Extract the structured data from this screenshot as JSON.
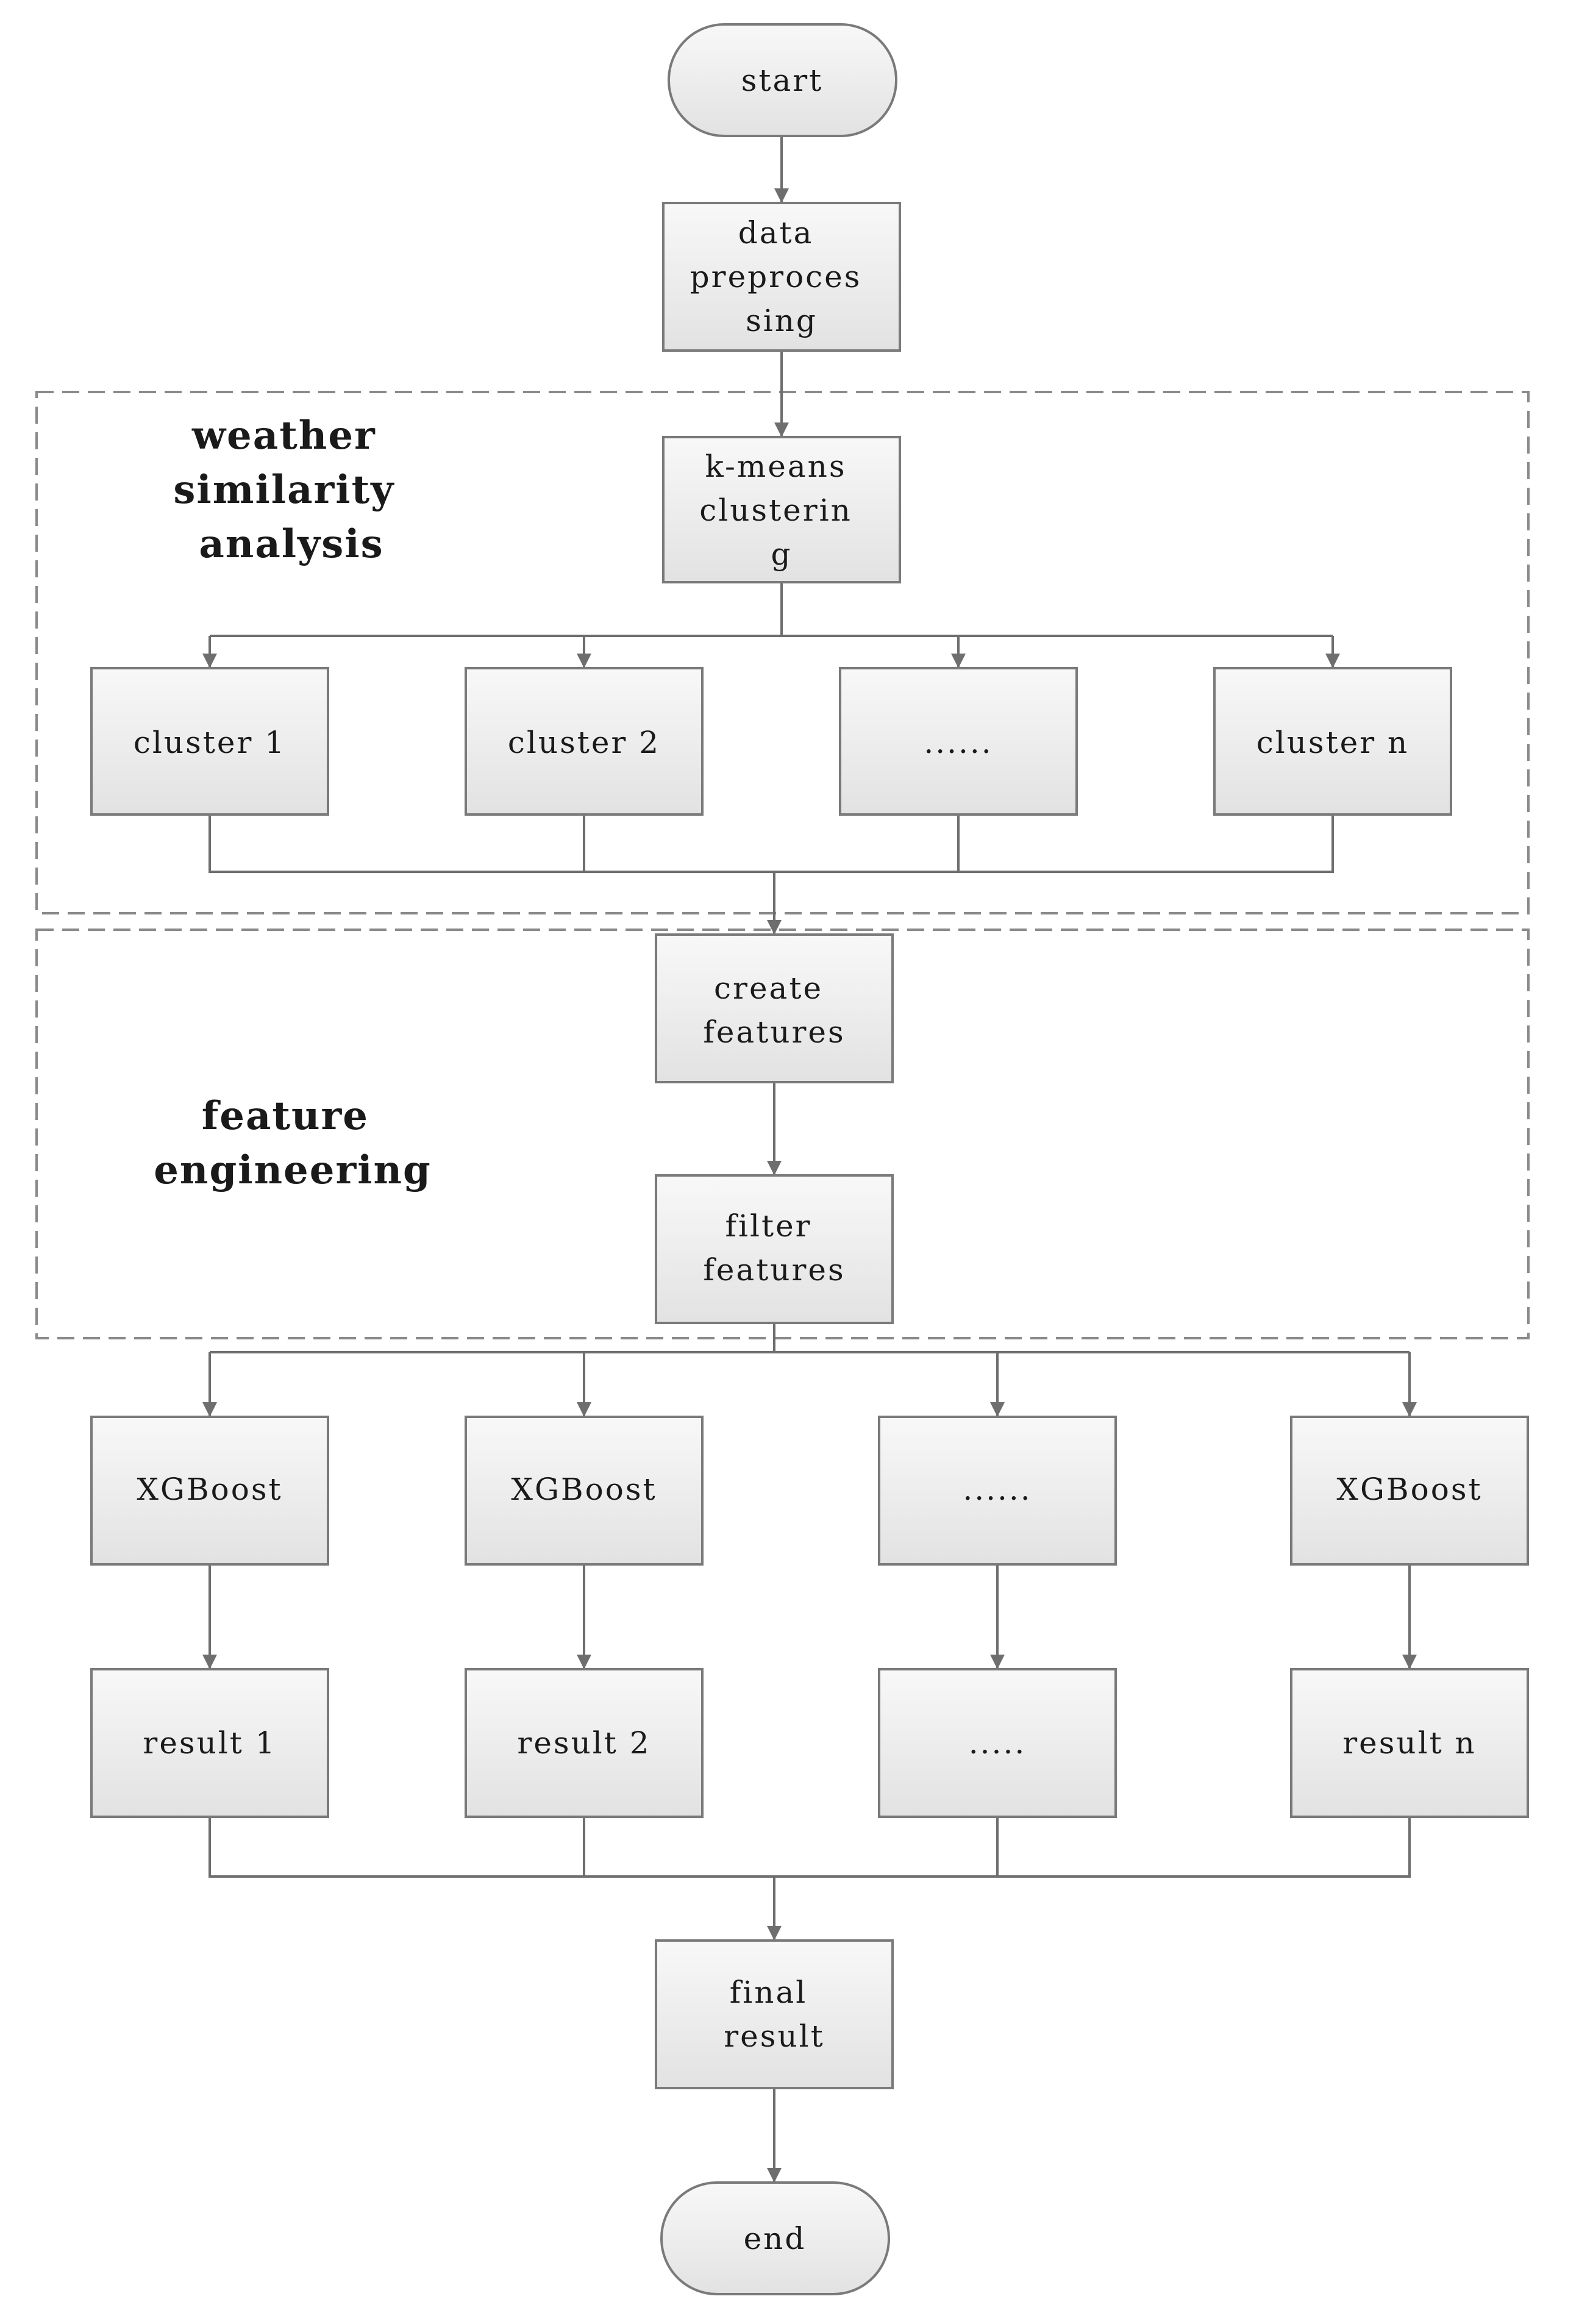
{
  "diagram": {
    "groups": {
      "weather_similarity": [
        "weather",
        "similarity",
        "analysis"
      ],
      "feature_engineering": [
        "feature",
        "engineering"
      ]
    },
    "nodes": {
      "start": [
        "start"
      ],
      "preprocessing": [
        "data",
        "preproces",
        "sing"
      ],
      "kmeans": [
        "k-means",
        "clusterin",
        "g"
      ],
      "cluster_1": [
        "cluster 1"
      ],
      "cluster_2": [
        "cluster 2"
      ],
      "cluster_dots": [
        "......"
      ],
      "cluster_n": [
        "cluster n"
      ],
      "create_features": [
        "create",
        "features"
      ],
      "filter_features": [
        "filter",
        "features"
      ],
      "xgboost_1": [
        "XGBoost"
      ],
      "xgboost_2": [
        "XGBoost"
      ],
      "xgboost_dots": [
        "......"
      ],
      "xgboost_n": [
        "XGBoost"
      ],
      "result_1": [
        "result 1"
      ],
      "result_2": [
        "result 2"
      ],
      "result_dots": [
        "....."
      ],
      "result_n": [
        "result n"
      ],
      "final_result": [
        "final",
        "result"
      ],
      "end": [
        "end"
      ]
    }
  }
}
